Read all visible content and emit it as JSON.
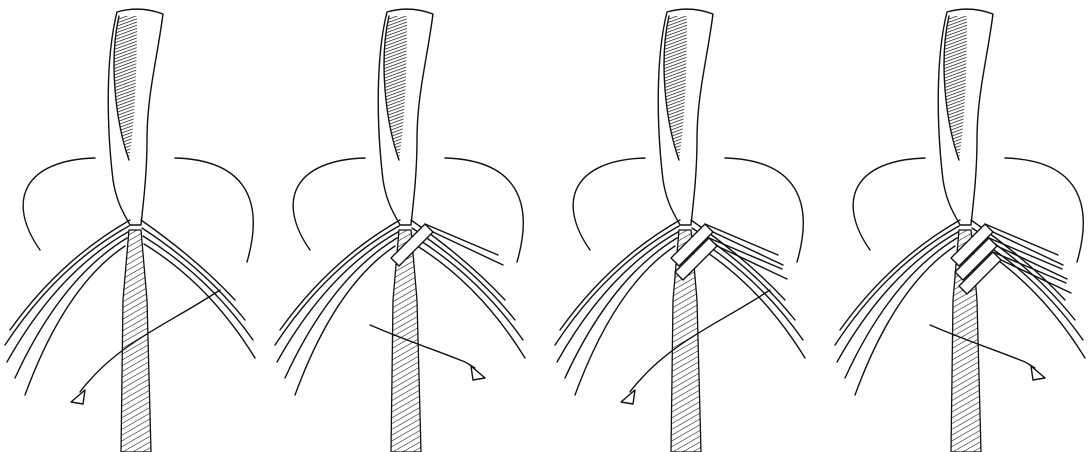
{
  "figure": {
    "panels": [
      {
        "id": "panel-1",
        "woven_strands": 0,
        "arrow_direction": "down-left"
      },
      {
        "id": "panel-2",
        "woven_strands": 1,
        "arrow_direction": "down-right"
      },
      {
        "id": "panel-3",
        "woven_strands": 2,
        "arrow_direction": "down-left"
      },
      {
        "id": "panel-4",
        "woven_strands": 3,
        "arrow_direction": "down-right"
      }
    ],
    "colors": {
      "ink": "#111111",
      "background": "#ffffff"
    }
  }
}
